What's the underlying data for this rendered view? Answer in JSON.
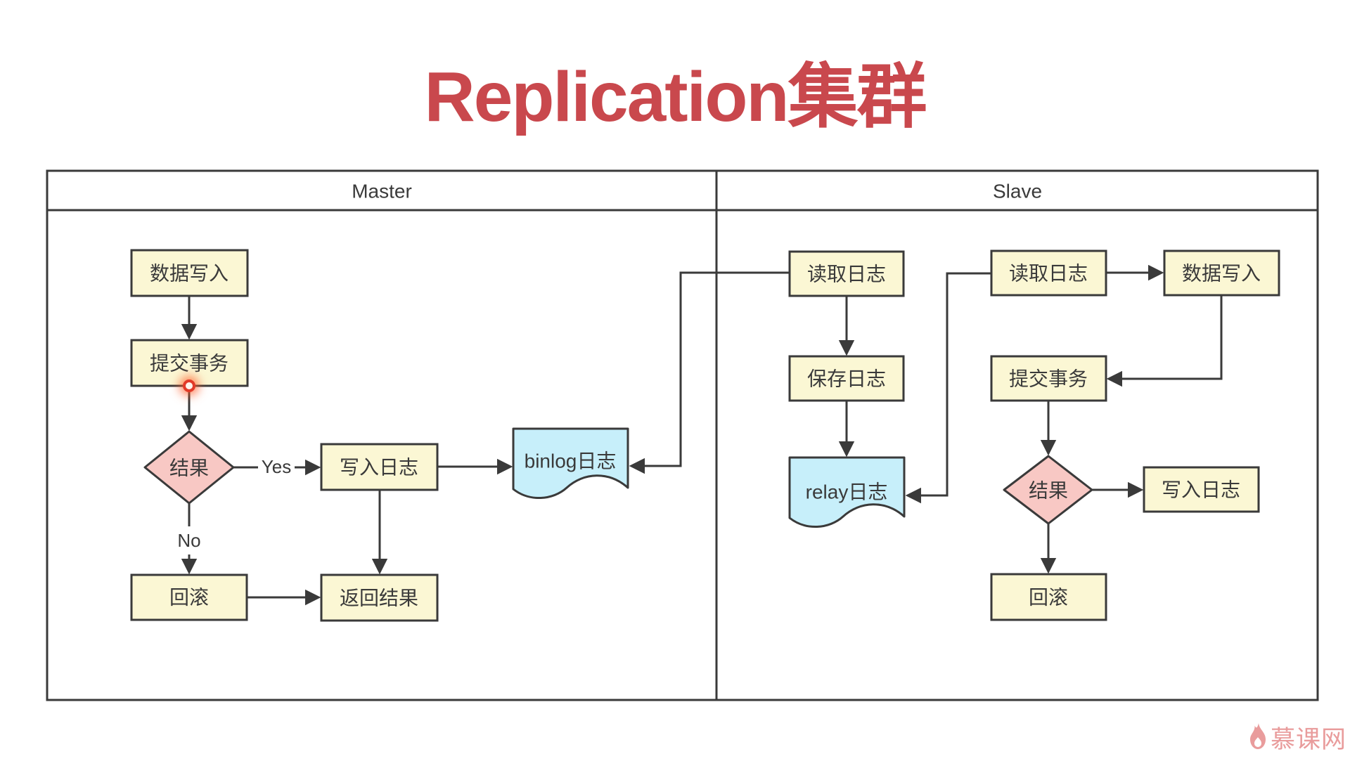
{
  "title": "Replication集群",
  "lanes": {
    "master": "Master",
    "slave": "Slave"
  },
  "nodes": {
    "m_write_data": "数据写入",
    "m_commit": "提交事务",
    "m_result": "结果",
    "m_write_log": "写入日志",
    "m_rollback": "回滚",
    "m_return_result": "返回结果",
    "binlog_doc": "binlog日志",
    "s_read_log_io": "读取日志",
    "s_save_log": "保存日志",
    "relay_doc": "relay日志",
    "s_read_log_sql": "读取日志",
    "s_write_data": "数据写入",
    "s_commit": "提交事务",
    "s_result": "结果",
    "s_write_log": "写入日志",
    "s_rollback": "回滚"
  },
  "edge_labels": {
    "yes": "Yes",
    "no": "No"
  },
  "watermark": "慕课网",
  "colors": {
    "title": "#C9484D",
    "node_fill": "#FBF7D4",
    "decision_fill": "#F8C8C4",
    "document_fill": "#C7EFFA",
    "stroke": "#3A3A3A",
    "watermark": "#E99C9C",
    "click_indicator": "#E23A28"
  }
}
